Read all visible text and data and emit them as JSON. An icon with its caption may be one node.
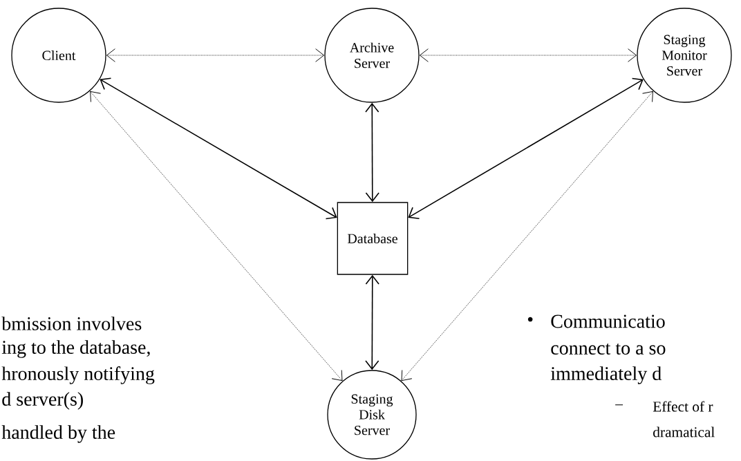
{
  "diagram": {
    "nodes": [
      {
        "text": [
          "Client"
        ]
      },
      {
        "text": [
          "Archive Server"
        ]
      },
      {
        "text": [
          "Staging Monitor Server"
        ]
      },
      {
        "text": [
          "Database"
        ]
      },
      {
        "text": [
          "Staging Disk Server"
        ]
      }
    ],
    "edges": [
      {
        "from": 0,
        "to": 1,
        "arrow": "both",
        "style": "dashed"
      },
      {
        "from": 1,
        "to": 2,
        "arrow": "both",
        "style": "dashed"
      },
      {
        "from": 0,
        "to": 3,
        "arrow": "both"
      },
      {
        "from": 1,
        "to": 3,
        "arrow": "both"
      },
      {
        "from": 2,
        "to": 3,
        "arrow": "both"
      },
      {
        "from": 3,
        "to": 4,
        "arrow": "both"
      },
      {
        "from": 0,
        "to": 4,
        "arrow": "both",
        "style": "dashed"
      },
      {
        "from": 2,
        "to": 4,
        "arrow": "both",
        "style": "dashed"
      }
    ],
    "labels": [
      "bmission involves",
      "ing to the database,",
      "hronously notifying",
      "d server(s)",
      "handled by the",
      "•",
      "Communicatio",
      "connect to a so",
      "immediately d",
      "–",
      "Effect of r",
      "dramatical"
    ]
  }
}
